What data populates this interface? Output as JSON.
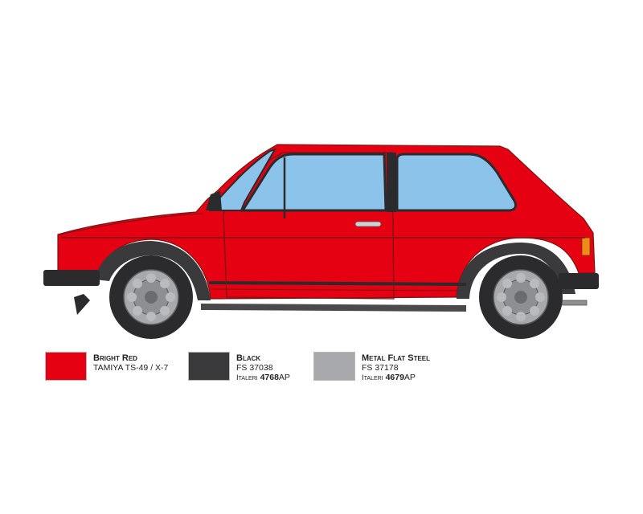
{
  "colors": {
    "bright_red": "#e50012",
    "black": "#3a3a3c",
    "metal_flat_steel": "#a7a9ac",
    "glass": "#8cc3ea",
    "tyre": "#2b2b2d",
    "wheel": "#9a9ca0"
  },
  "swatches": [
    {
      "name": "Bright Red",
      "line1": "TAMIYA TS-49 / X-7",
      "brand": "",
      "code": "",
      "suffix": "",
      "color": "#e50012"
    },
    {
      "name": "Black",
      "line1": "FS 37038",
      "brand": "Italeri",
      "code": "4768",
      "suffix": "AP",
      "color": "#3a3a3c"
    },
    {
      "name": "Metal Flat Steel",
      "line1": "FS 37178",
      "brand": "Italeri",
      "code": "4679",
      "suffix": "AP",
      "color": "#a7a9ac"
    }
  ]
}
